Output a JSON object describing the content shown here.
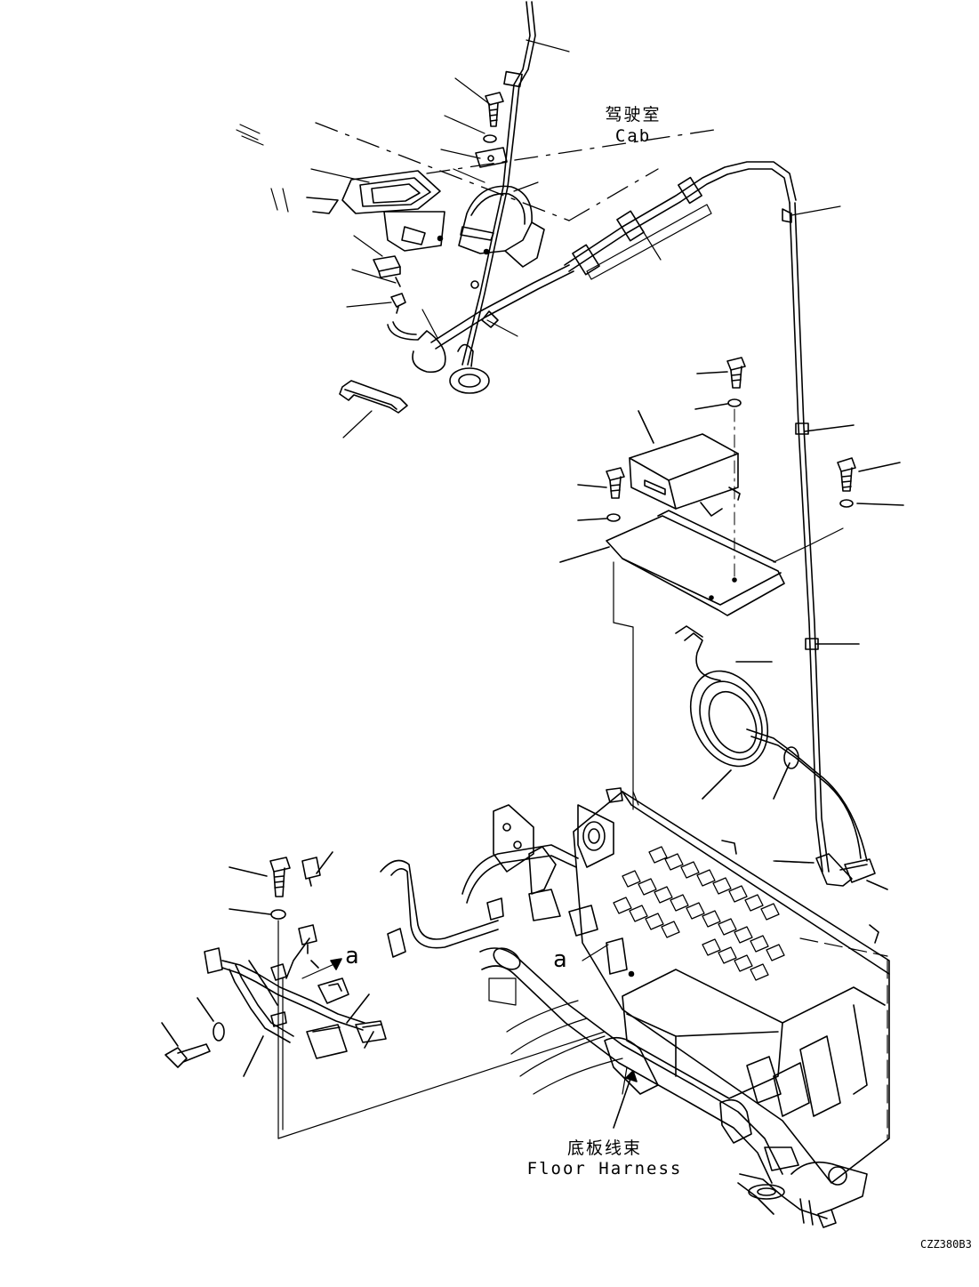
{
  "diagram": {
    "cab_label_cn": "驾驶室",
    "cab_label_en": "Cab",
    "floor_harness_label_cn": "底板线束",
    "floor_harness_label_en": "Floor Harness",
    "reference_mark_1": "a",
    "reference_mark_2": "a",
    "drawing_code": "CZZ380B3"
  }
}
